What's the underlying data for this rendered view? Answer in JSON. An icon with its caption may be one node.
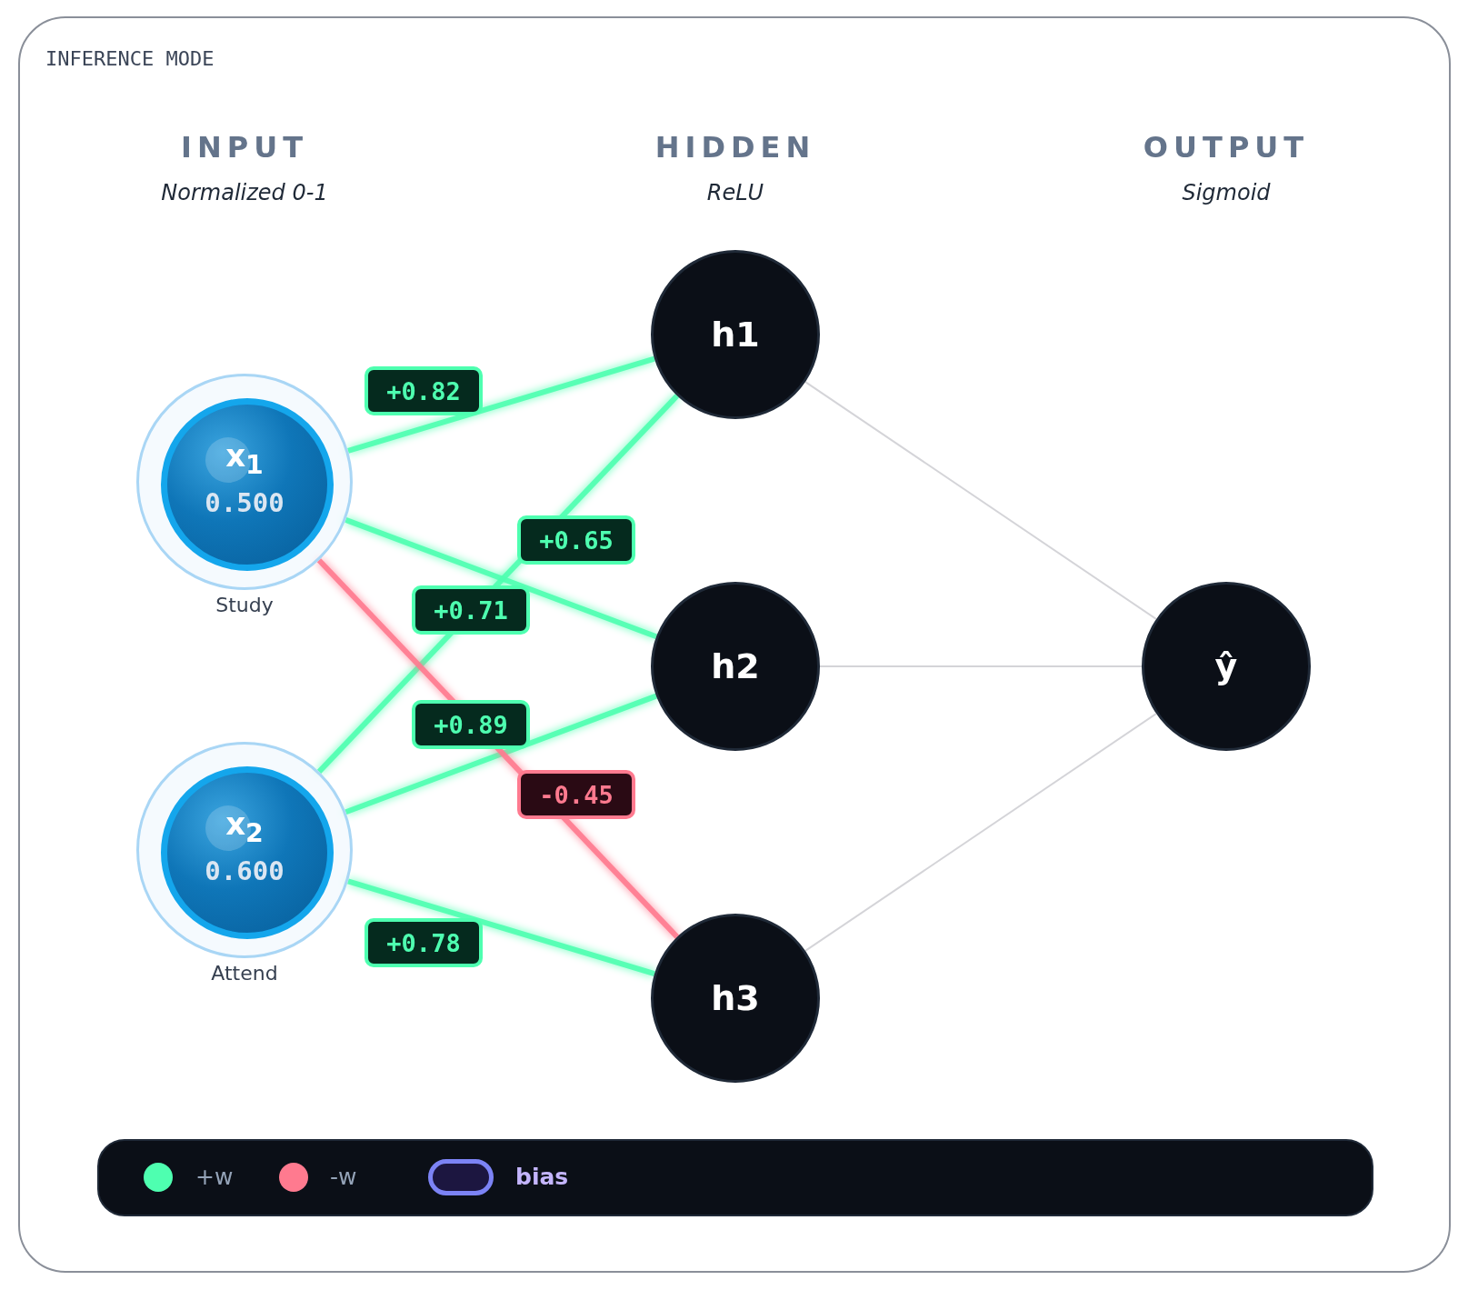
{
  "diagram": {
    "nodes": [
      {
        "text": [
          "x$_{1}$",
          "0.500"
        ],
        "beside": [
          "Study"
        ]
      },
      {
        "text": [
          "x$_{2}$",
          "0.600"
        ],
        "beside": [
          "Attend"
        ]
      },
      {
        "text": [
          "h1"
        ]
      },
      {
        "text": [
          "h2"
        ]
      },
      {
        "text": [
          "h3"
        ]
      },
      {
        "text": [
          "ŷ"
        ]
      }
    ],
    "edges": [
      {
        "from": 0,
        "to": 2,
        "arrow": "none",
        "label": "+0.82"
      },
      {
        "from": 1,
        "to": 2,
        "arrow": "none",
        "label": "+0.65"
      },
      {
        "from": 0,
        "to": 3,
        "arrow": "none",
        "label": "+0.71"
      },
      {
        "from": 1,
        "to": 3,
        "arrow": "none",
        "label": "+0.89"
      },
      {
        "from": 0,
        "to": 4,
        "arrow": "none",
        "label": "-0.45",
        "color": "#ff7a8f"
      },
      {
        "from": 1,
        "to": 4,
        "arrow": "none",
        "label": "+0.78"
      },
      {
        "from": 2,
        "to": 5,
        "arrow": "none",
        "color": "#d4d4d8"
      },
      {
        "from": 3,
        "to": 5,
        "arrow": "none",
        "color": "#d4d4d8"
      },
      {
        "from": 4,
        "to": 5,
        "arrow": "none",
        "color": "#d4d4d8"
      }
    ],
    "labels": [
      "INFERENCE MODE",
      "INPUT",
      "Normalized 0-1",
      "HIDDEN",
      "ReLU",
      "OUTPUT",
      "Sigmoid"
    ],
    "legend": [
      {
        "text": "+w",
        "color": "#4effb0"
      },
      {
        "text": "-w",
        "color": "#ff7a8f"
      },
      {
        "text": "bias"
      }
    ]
  }
}
